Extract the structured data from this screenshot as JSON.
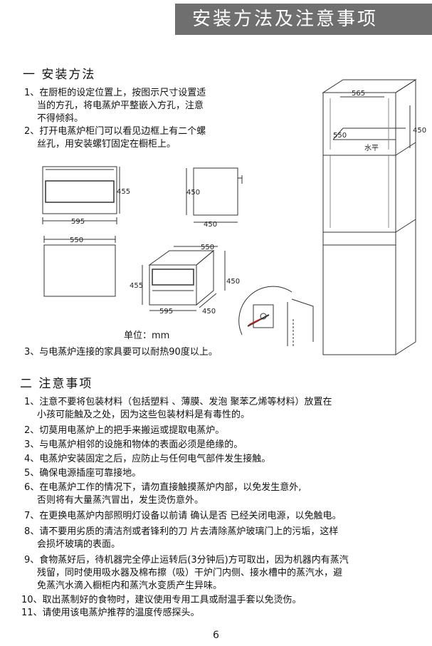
{
  "header": {
    "title": "安装方法及注意事项"
  },
  "section1": {
    "title": "一 安装方法",
    "items": [
      {
        "num": "1、",
        "lines": [
          "在厨柜的设定位置上，按图示尺寸设置适",
          "当的方孔，将电蒸炉平整嵌入方孔，注意",
          "不得倾斜。"
        ]
      },
      {
        "num": "2、",
        "lines": [
          "打开电蒸炉柜门可以看见边框上有二个螺",
          "丝孔，用安装螺钉固定在橱柜上。"
        ]
      },
      {
        "num": "3、",
        "lines": [
          "与电蒸炉连接的家具要可以耐热90度以上。"
        ]
      }
    ],
    "unit_label": "单位：mm"
  },
  "dimensions": {
    "front_height": "455",
    "front_width": "595",
    "side_height": "450",
    "side_depth": "450",
    "top_width": "550",
    "iso_width": "550",
    "iso_height_left": "455",
    "iso_height_right": "450",
    "iso_front": "595",
    "iso_depth": "450",
    "cab_width": "565",
    "cab_height": "450",
    "cab_depth": "550",
    "level_label": "水平"
  },
  "section2": {
    "title": "二 注意事项",
    "items": [
      {
        "num": "1、",
        "lines": [
          "注意不要将包装材料（包括塑料 、薄膜、发泡 聚苯乙烯等材料）放置在",
          "小孩可能触及之处，因为这些包装材料是有毒性的。"
        ]
      },
      {
        "num": "2、",
        "lines": [
          "切莫用电蒸炉上的把手来搬运或提取电蒸炉。"
        ]
      },
      {
        "num": "3、",
        "lines": [
          "与电蒸炉相邻的设施和物体的表面必须是绝缘的。"
        ]
      },
      {
        "num": "4、",
        "lines": [
          "电蒸炉安装固定之后，应防止与任何电气部件发生接触。"
        ]
      },
      {
        "num": "5、",
        "lines": [
          "确保电源插座可靠接地。"
        ]
      },
      {
        "num": "6、",
        "lines": [
          "在电蒸炉工作的情况下，请勿直接触摸蒸炉内部，以免发生意外,",
          "否则将有大量蒸汽冒出，发生烫伤意外。"
        ]
      },
      {
        "num": "7、",
        "lines": [
          "在更换电蒸炉内部照明灯设备以前请 确认是否 已经关闭电源，以免触电。"
        ]
      },
      {
        "num": "8、",
        "lines": [
          "请不要用劣质的清洁剂或者锋利的刀 片去清除蒸炉玻璃门上的污垢，这样",
          "会损坏玻璃的表面。"
        ]
      },
      {
        "num": "9、",
        "lines": [
          "食物蒸好后，待机器完全停止运转后(3分钟后)方可取出，因为机器内有蒸汽",
          "残留，同时使用吸水器及棉布擦（吸）干炉门内侧、接水槽中的蒸汽水，避",
          "免蒸汽水滴入橱柜内和蒸汽水变质产生异味。"
        ]
      },
      {
        "num": "10、",
        "lines": [
          "取出蒸制好的食物时，建议使用专用工具或耐温手套以免烫伤。"
        ]
      },
      {
        "num": "11、",
        "lines": [
          "请使用该电蒸炉推荐的温度传感探头。"
        ]
      }
    ]
  },
  "page_number": "6"
}
